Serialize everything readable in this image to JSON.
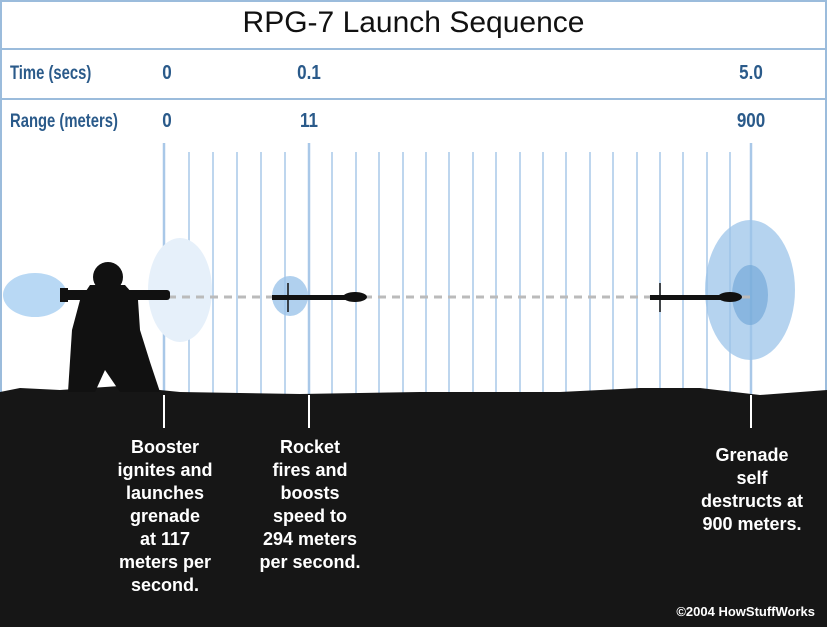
{
  "title": "RPG-7 Launch Sequence",
  "rows": {
    "time_label": "Time (secs)",
    "range_label": "Range (meters)"
  },
  "stages": [
    {
      "time": "0",
      "range": "0",
      "caption": [
        "Booster",
        "ignites and",
        "launches",
        "grenade",
        "at 117",
        "meters per",
        "second."
      ]
    },
    {
      "time": "0.1",
      "range": "11",
      "caption": [
        "Rocket",
        "fires and",
        "boosts",
        "speed to",
        "294 meters",
        "per second."
      ]
    },
    {
      "time": "5.0",
      "range": "900",
      "caption": [
        "Grenade",
        "self",
        "destructs at",
        "900 meters."
      ]
    }
  ],
  "copyright": "©2004 HowStuffWorks",
  "colors": {
    "accent": "#2a5a8a",
    "grid": "#a9c8e8",
    "ground": "#161616"
  }
}
